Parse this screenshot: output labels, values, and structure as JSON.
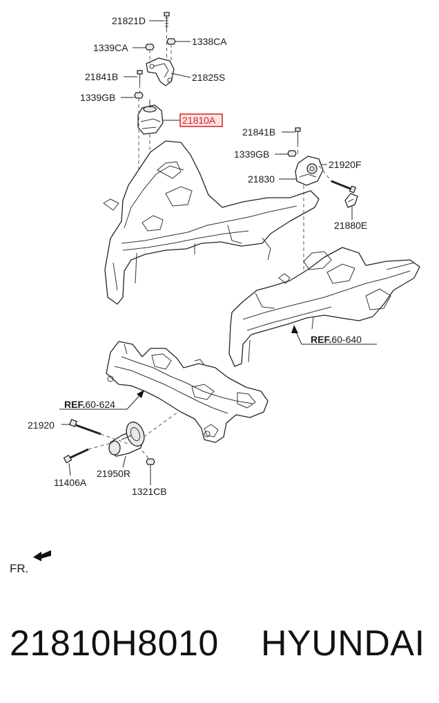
{
  "labels": {
    "p21821D": "21821D",
    "p1338CA": "1338CA",
    "p1339CA": "1339CA",
    "p21841B_top": "21841B",
    "p21825S": "21825S",
    "p1339GB_top": "1339GB",
    "p21810A": "21810A",
    "p21841B_right": "21841B",
    "p1339GB_right": "1339GB",
    "p21920F": "21920F",
    "p21830": "21830",
    "p21880E": "21880E",
    "ref_640_bold": "REF.",
    "ref_640_num": "60-640",
    "ref_624_bold": "REF.",
    "ref_624_num": "60-624",
    "p21920": "21920",
    "p21950R": "21950R",
    "p11406A": "11406A",
    "p1321CB": "1321CB",
    "fr": "FR."
  },
  "highlight_color": "#d42020",
  "footer": {
    "part_number": "21810H8010",
    "brand": "HYUNDAI"
  }
}
